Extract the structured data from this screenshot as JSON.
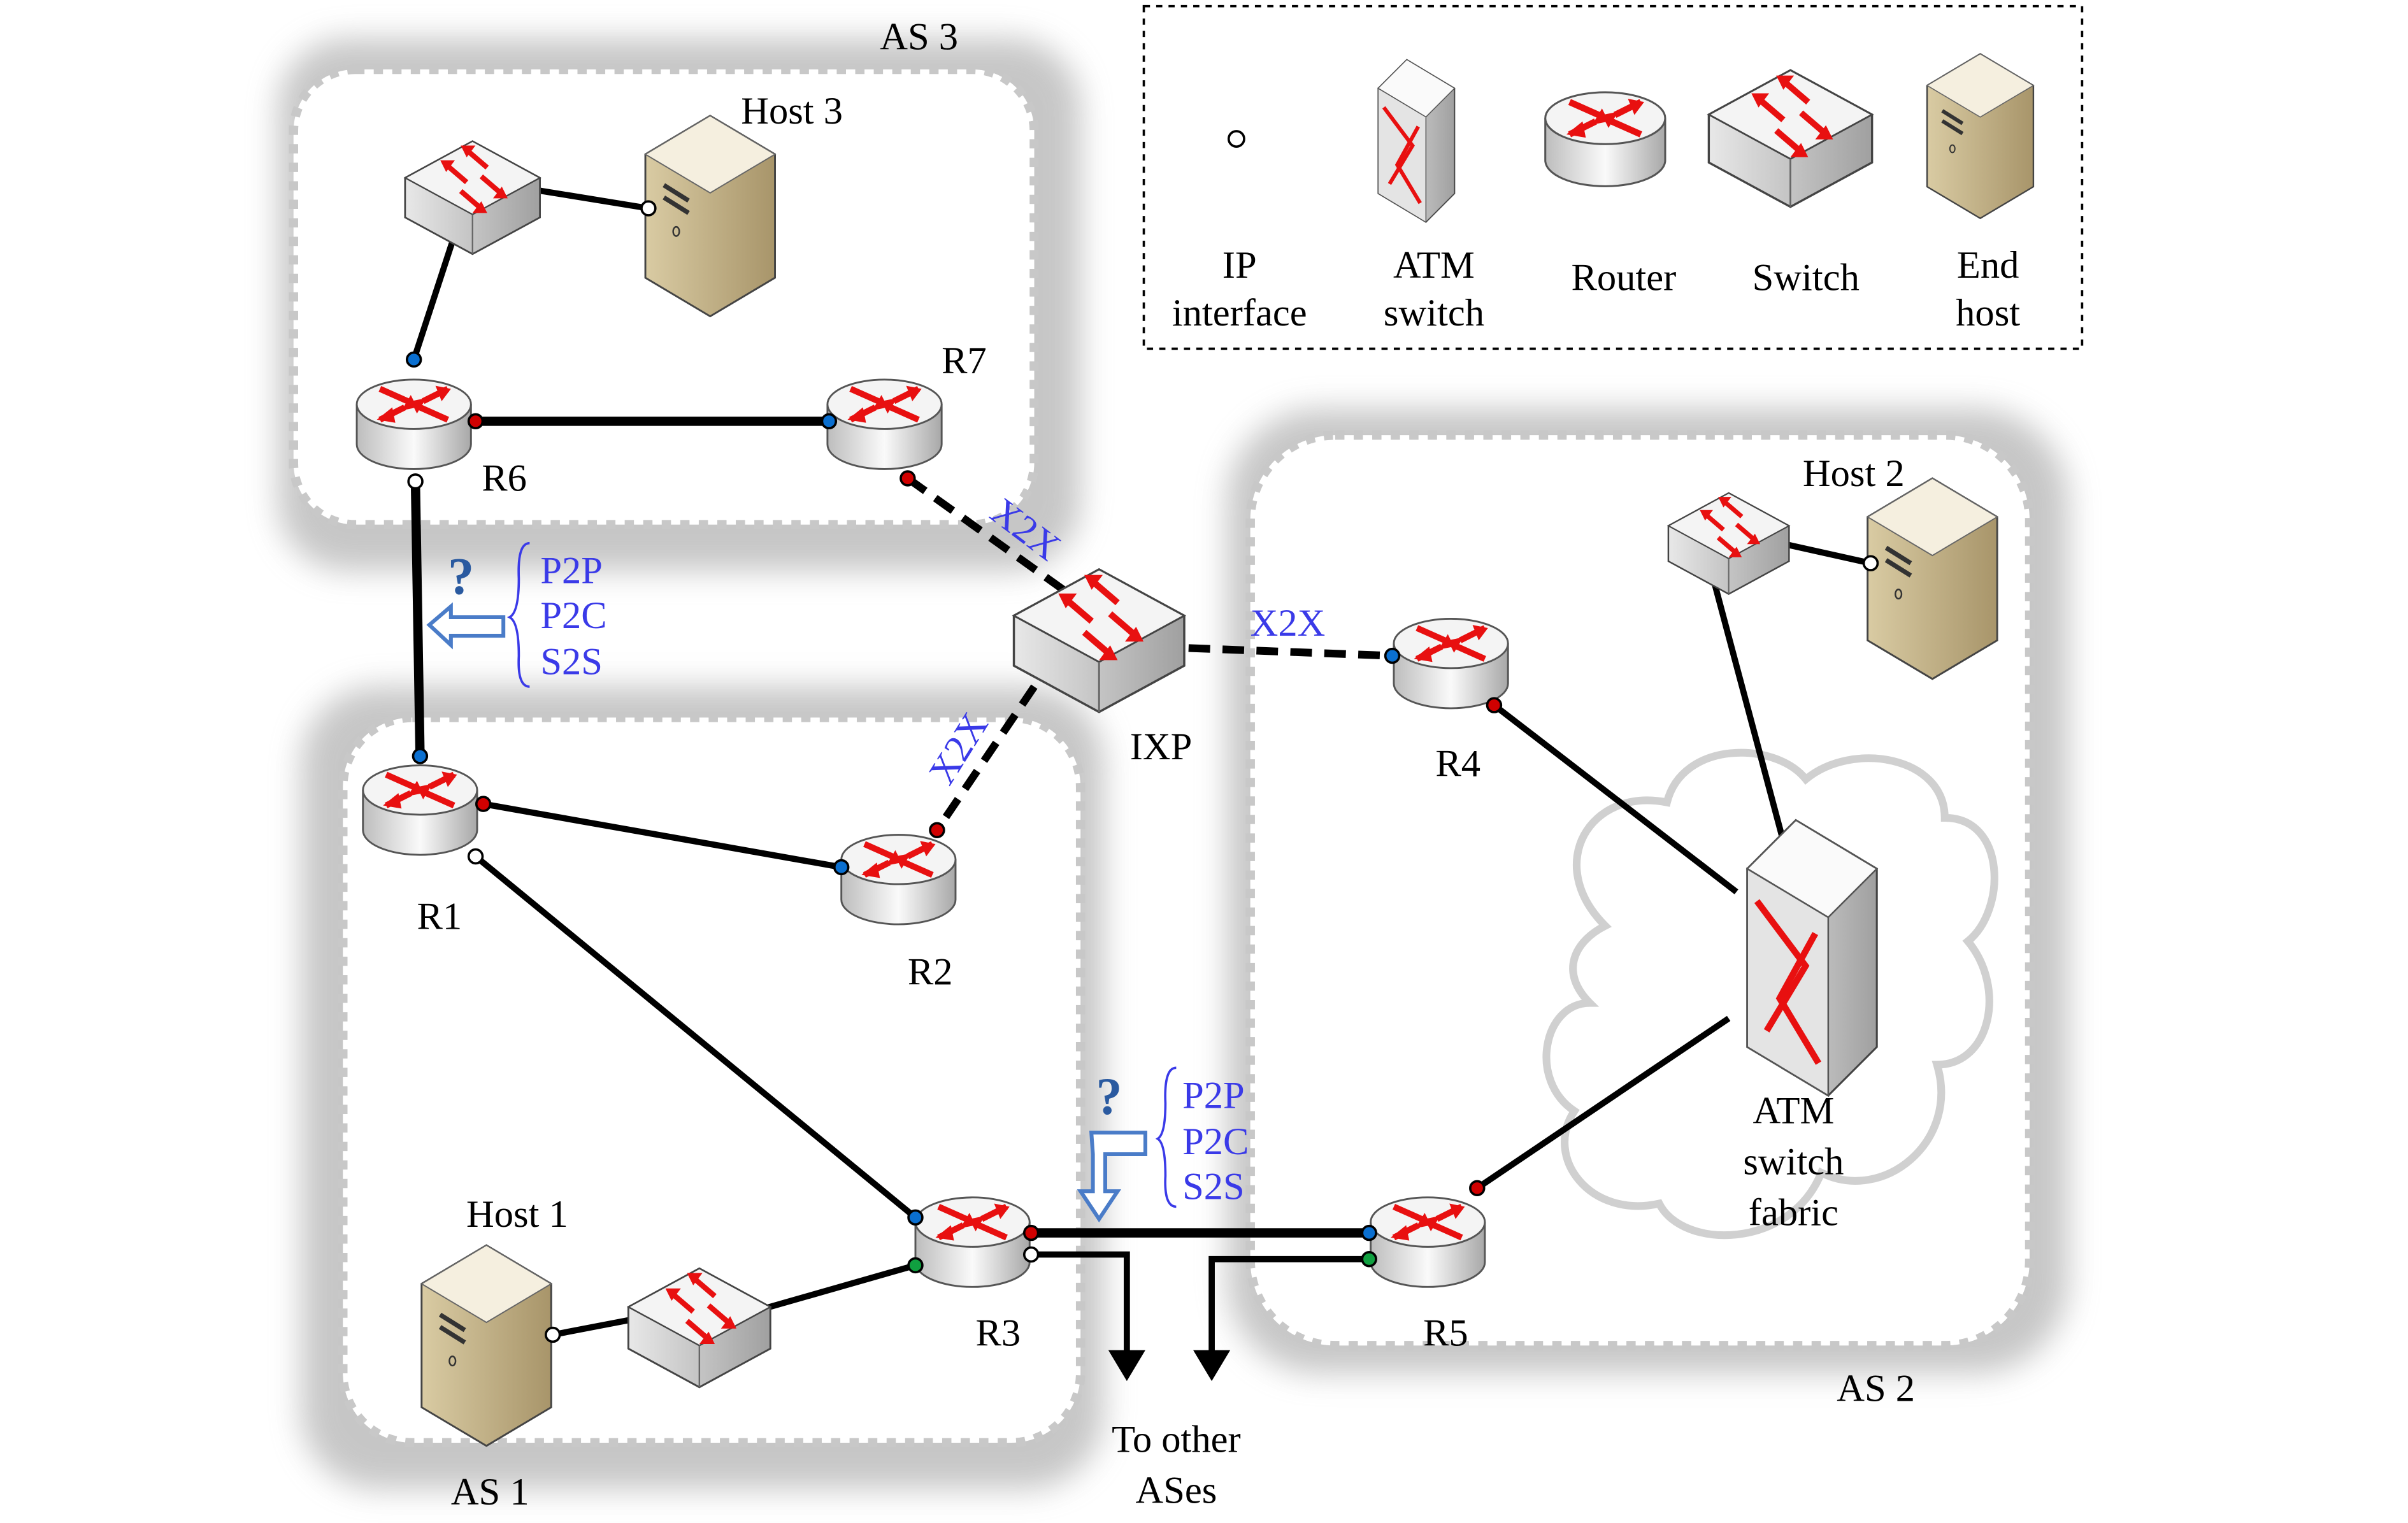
{
  "legend": {
    "items": [
      {
        "icon": "ip-interface-icon",
        "label_line1": "IP",
        "label_line2": "interface"
      },
      {
        "icon": "atm-switch-icon",
        "label_line1": "ATM",
        "label_line2": "switch"
      },
      {
        "icon": "router-icon",
        "label_line1": "Router",
        "label_line2": ""
      },
      {
        "icon": "switch-icon",
        "label_line1": "Switch",
        "label_line2": ""
      },
      {
        "icon": "end-host-icon",
        "label_line1": "End",
        "label_line2": "host"
      }
    ]
  },
  "as_regions": {
    "as1": "AS 1",
    "as2": "AS 2",
    "as3": "AS 3"
  },
  "nodes": {
    "r1": "R1",
    "r2": "R2",
    "r3": "R3",
    "r4": "R4",
    "r5": "R5",
    "r6": "R6",
    "r7": "R7",
    "host1": "Host 1",
    "host2": "Host 2",
    "host3": "Host 3",
    "ixp": "IXP",
    "atm_fabric_line1": "ATM",
    "atm_fabric_line2": "switch",
    "atm_fabric_line3": "fabric"
  },
  "link_labels": {
    "x2x_r7": "X2X",
    "x2x_r4": "X2X",
    "x2x_r2": "X2X"
  },
  "annotations": {
    "relation_options": [
      "P2P",
      "P2C",
      "S2S"
    ],
    "question_mark": "?",
    "other_ases_line1": "To other",
    "other_ases_line2": "ASes"
  },
  "colors": {
    "interface_blue": "#0a6fd0",
    "interface_red": "#d00000",
    "interface_green": "#10a040",
    "interface_white": "#ffffff",
    "annotation_blue": "#3a3ae8",
    "arrow_blue": "#4a7cc8",
    "device_red": "#e81010"
  }
}
